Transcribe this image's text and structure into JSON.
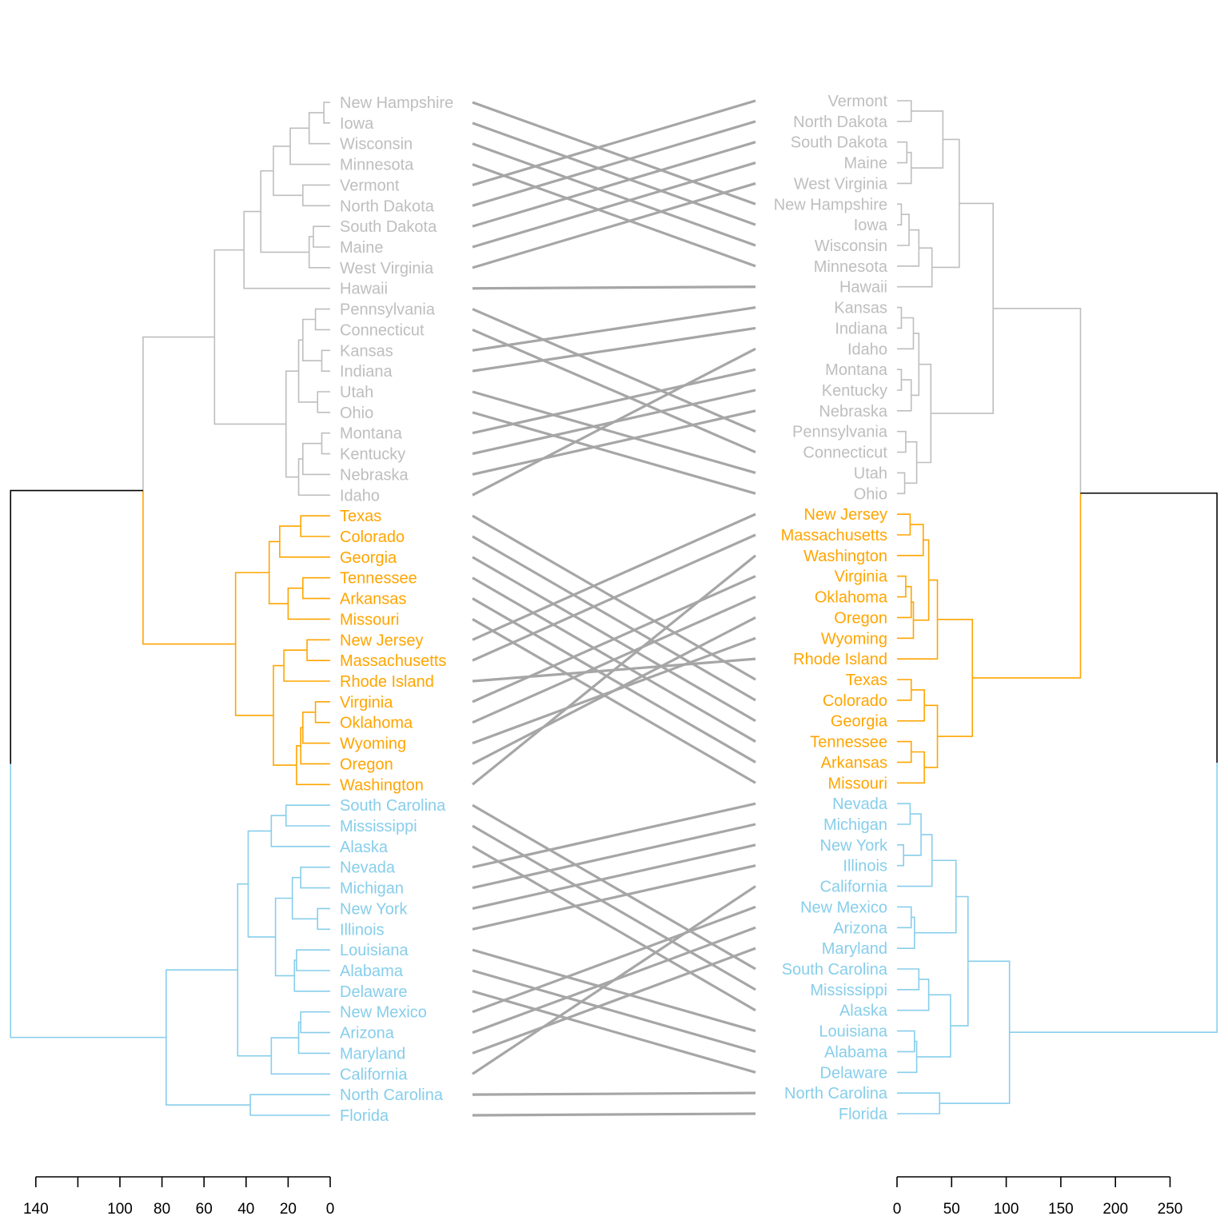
{
  "chart_data": {
    "type": "tanglegram",
    "title": "",
    "groups": [
      {
        "color": "#bebebe",
        "states": [
          "New Hampshire",
          "Iowa",
          "Wisconsin",
          "Minnesota",
          "Vermont",
          "North Dakota",
          "South Dakota",
          "Maine",
          "West Virginia",
          "Hawaii",
          "Pennsylvania",
          "Connecticut",
          "Kansas",
          "Indiana",
          "Utah",
          "Ohio",
          "Montana",
          "Kentucky",
          "Nebraska",
          "Idaho"
        ]
      },
      {
        "color": "#ffa500",
        "states": [
          "Texas",
          "Colorado",
          "Georgia",
          "Tennessee",
          "Arkansas",
          "Missouri",
          "New Jersey",
          "Massachusetts",
          "Rhode Island",
          "Virginia",
          "Oklahoma",
          "Wyoming",
          "Oregon",
          "Washington"
        ]
      },
      {
        "color": "#87ceeb",
        "states": [
          "South Carolina",
          "Mississippi",
          "Alaska",
          "Nevada",
          "Michigan",
          "New York",
          "Illinois",
          "Louisiana",
          "Alabama",
          "Delaware",
          "New Mexico",
          "Arizona",
          "Maryland",
          "California",
          "North Carolina",
          "Florida"
        ]
      }
    ],
    "mixed_color": "#000000",
    "connector_color": "#a6a6a6",
    "left_tree": [
      152,
      [
        89,
        [
          55,
          [
            41,
            [
              33,
              [
                27,
                [
                  19,
                  [
                    10,
                    [
                      3,
                      "New Hampshire",
                      "Iowa"
                    ],
                    "Wisconsin"
                  ],
                  "Minnesota"
                ],
                [
                  13,
                  "Vermont",
                  "North Dakota"
                ]
              ],
              [
                10,
                [
                  8,
                  "South Dakota",
                  "Maine"
                ],
                "West Virginia"
              ]
            ],
            "Hawaii"
          ],
          [
            21,
            [
              15,
              [
                13,
                [
                  7,
                  "Pennsylvania",
                  "Connecticut"
                ],
                [
                  4,
                  "Kansas",
                  "Indiana"
                ]
              ],
              [
                6,
                "Utah",
                "Ohio"
              ]
            ],
            [
              15,
              [
                13,
                [
                  4,
                  "Montana",
                  "Kentucky"
                ],
                "Nebraska"
              ],
              "Idaho"
            ]
          ]
        ],
        [
          45,
          [
            29,
            [
              24,
              [
                14,
                "Texas",
                "Colorado"
              ],
              "Georgia"
            ],
            [
              20,
              [
                13,
                "Tennessee",
                "Arkansas"
              ],
              "Missouri"
            ]
          ],
          [
            27,
            [
              22,
              [
                11,
                "New Jersey",
                "Massachusetts"
              ],
              "Rhode Island"
            ],
            [
              16,
              [
                14,
                [
                  13,
                  [
                    7,
                    "Virginia",
                    "Oklahoma"
                  ],
                  "Wyoming"
                ],
                "Oregon"
              ],
              "Washington"
            ]
          ]
        ]
      ],
      [
        78,
        [
          44,
          [
            39,
            [
              28,
              [
                21,
                "South Carolina",
                "Mississippi"
              ],
              "Alaska"
            ],
            [
              26,
              [
                18,
                [
                  14,
                  "Nevada",
                  "Michigan"
                ],
                [
                  6,
                  "New York",
                  "Illinois"
                ]
              ],
              [
                17,
                [
                  16,
                  "Louisiana",
                  "Alabama"
                ],
                "Delaware"
              ]
            ]
          ],
          [
            28,
            [
              15,
              [
                14,
                "New Mexico",
                "Arizona"
              ],
              "Maryland"
            ],
            "California"
          ]
        ],
        [
          38,
          "North Carolina",
          "Florida"
        ]
      ]
    ],
    "right_tree": [
      293,
      [
        168,
        [
          88,
          [
            57,
            [
              42,
              [
                13,
                "Vermont",
                "North Dakota"
              ],
              [
                13,
                [
                  9,
                  "South Dakota",
                  "Maine"
                ],
                "West Virginia"
              ]
            ],
            [
              32,
              [
                20,
                [
                  11,
                  [
                    4,
                    "New Hampshire",
                    "Iowa"
                  ],
                  "Wisconsin"
                ],
                "Minnesota"
              ],
              "Hawaii"
            ]
          ],
          [
            31,
            [
              20,
              [
                15,
                [
                  4,
                  "Kansas",
                  "Indiana"
                ],
                "Idaho"
              ],
              [
                13,
                [
                  4,
                  "Montana",
                  "Kentucky"
                ],
                "Nebraska"
              ]
            ],
            [
              18,
              [
                8,
                "Pennsylvania",
                "Connecticut"
              ],
              [
                7,
                "Utah",
                "Ohio"
              ]
            ]
          ]
        ],
        [
          69,
          [
            37,
            [
              29,
              [
                24,
                [
                  12,
                  "New Jersey",
                  "Massachusetts"
                ],
                "Washington"
              ],
              [
                15,
                [
                  13,
                  [
                    8,
                    "Virginia",
                    "Oklahoma"
                  ],
                  "Oregon"
                ],
                "Wyoming"
              ]
            ],
            "Rhode Island"
          ],
          [
            37,
            [
              25,
              [
                13,
                "Texas",
                "Colorado"
              ],
              "Georgia"
            ],
            [
              25,
              [
                13,
                "Tennessee",
                "Arkansas"
              ],
              "Missouri"
            ]
          ]
        ]
      ],
      [
        103,
        [
          65,
          [
            54,
            [
              32,
              [
                22,
                [
                  12,
                  "Nevada",
                  "Michigan"
                ],
                [
                  6,
                  "New York",
                  "Illinois"
                ]
              ],
              "California"
            ],
            [
              16,
              [
                13,
                "New Mexico",
                "Arizona"
              ],
              "Maryland"
            ]
          ],
          [
            49,
            [
              29,
              [
                20,
                "South Carolina",
                "Mississippi"
              ],
              "Alaska"
            ],
            [
              18,
              [
                16,
                "Louisiana",
                "Alabama"
              ],
              "Delaware"
            ]
          ]
        ],
        [
          39,
          "North Carolina",
          "Florida"
        ]
      ]
    ],
    "left_axis": {
      "ticks": [
        0,
        20,
        40,
        60,
        80,
        100,
        120,
        140
      ],
      "labels": [
        "0",
        "20",
        "40",
        "60",
        "80",
        "100",
        "",
        "140"
      ],
      "range": [
        0,
        140
      ]
    },
    "right_axis": {
      "ticks": [
        0,
        50,
        100,
        150,
        200,
        250
      ],
      "labels": [
        "0",
        "50",
        "100",
        "150",
        "200",
        "250"
      ],
      "range": [
        0,
        250
      ]
    }
  }
}
